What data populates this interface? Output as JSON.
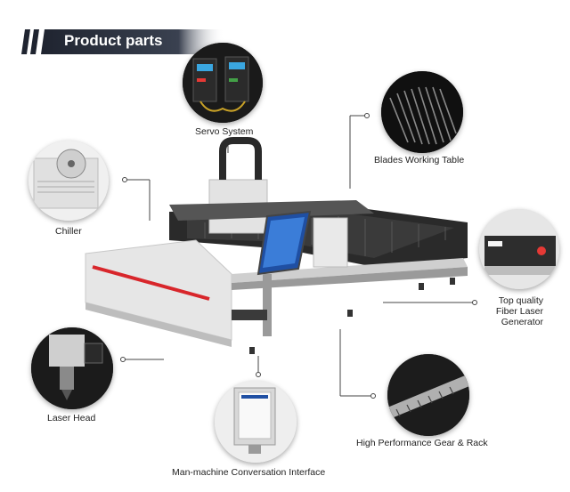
{
  "banner": {
    "title": "Product parts"
  },
  "parts": {
    "servo_system": "Servo System",
    "blades_working_table": "Blades Working Table",
    "chiller": "Chiller",
    "fiber_laser_generator": [
      "Top quality",
      "Fiber Laser",
      "Generator"
    ],
    "laser_head": "Laser Head",
    "gear_rack": "High Performance Gear & Rack",
    "hmi": "Man-machine Conversation Interface"
  },
  "colors": {
    "banner_dark": "#1f2430",
    "accent_red": "#d8262b",
    "frame_gray": "#d9d9d9",
    "bed_dark": "#2a2a2a"
  }
}
